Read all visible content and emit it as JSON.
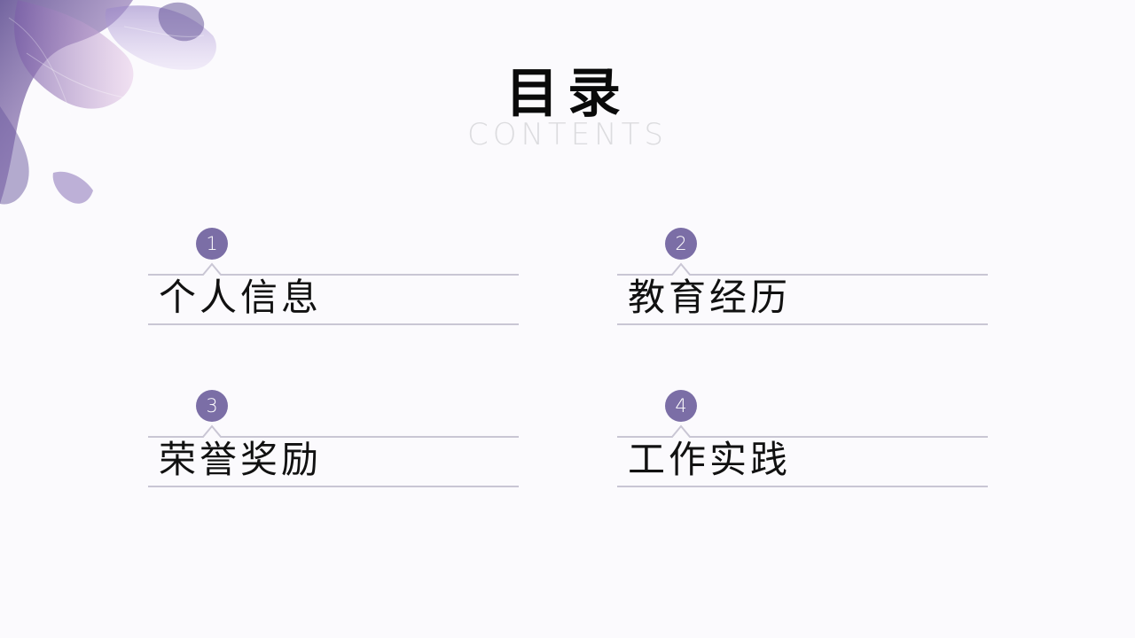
{
  "slide": {
    "title": "目录",
    "subtitle": "CONTENTS"
  },
  "toc": {
    "items": [
      {
        "number": "1",
        "label": "个人信息"
      },
      {
        "number": "2",
        "label": "教育经历"
      },
      {
        "number": "3",
        "label": "荣誉奖励"
      },
      {
        "number": "4",
        "label": "工作实践"
      }
    ]
  },
  "colors": {
    "accent": "#7b6ea6",
    "divider": "#c9c6d4",
    "background": "#fbfafd",
    "subtitle": "#dcdcdf"
  },
  "decoration": {
    "icon": "purple-flower-petals-icon"
  }
}
